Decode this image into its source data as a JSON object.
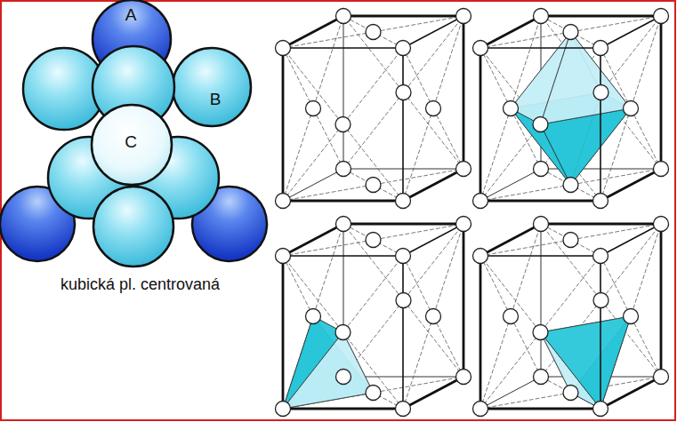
{
  "diagram": {
    "caption": "kubická pl. centrovaná",
    "nodes": [
      {
        "text": [
          "A"
        ]
      },
      {
        "text": [
          "B"
        ]
      },
      {
        "text": [
          "C"
        ]
      }
    ]
  }
}
